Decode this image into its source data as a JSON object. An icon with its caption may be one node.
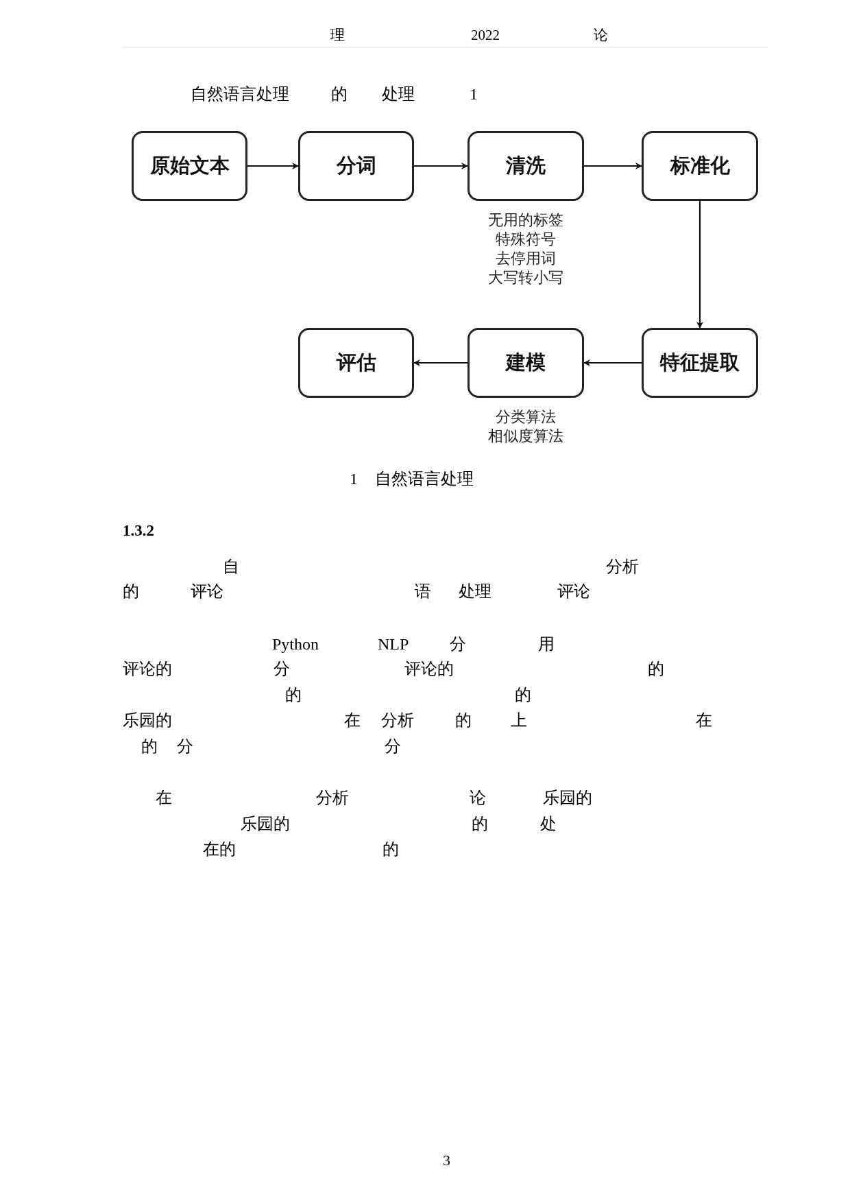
{
  "diagram": {
    "nodes": [
      {
        "text": [
          "原始文本"
        ]
      },
      {
        "text": [
          "分词"
        ]
      },
      {
        "text": [
          "清洗"
        ],
        "beside": [
          "无用的标签",
          "特殊符号",
          "去停用词",
          "大写转小写"
        ]
      },
      {
        "text": [
          "标准化"
        ]
      },
      {
        "text": [
          "评估"
        ]
      },
      {
        "text": [
          "建模"
        ],
        "beside": [
          "分类算法",
          "相似度算法"
        ]
      },
      {
        "text": [
          "特征提取"
        ]
      }
    ],
    "edges": [
      {
        "from": 0,
        "to": 1,
        "arrow": "to"
      },
      {
        "from": 1,
        "to": 2,
        "arrow": "to"
      },
      {
        "from": 2,
        "to": 3,
        "arrow": "to"
      },
      {
        "from": 3,
        "to": 6,
        "arrow": "to"
      },
      {
        "from": 6,
        "to": 5,
        "arrow": "to"
      },
      {
        "from": 5,
        "to": 4,
        "arrow": "to"
      }
    ],
    "labels": [
      "理",
      "2022",
      "论",
      "自然语言处理",
      "的",
      "处理",
      "1",
      "1",
      "自然语言处理",
      "1.3.2",
      "自",
      "分析",
      "的",
      "评论",
      "语",
      "处理",
      "评论",
      "Python",
      "NLP",
      "分",
      "用",
      "评论的",
      "分",
      "评论的",
      "的",
      "的",
      "的",
      "乐园的",
      "在",
      "分析",
      "的",
      "上",
      "在",
      "的",
      "分",
      "分",
      "在",
      "分析",
      "论",
      "乐园的",
      "乐园的",
      "的",
      "处",
      "在的",
      "的",
      "3"
    ]
  }
}
